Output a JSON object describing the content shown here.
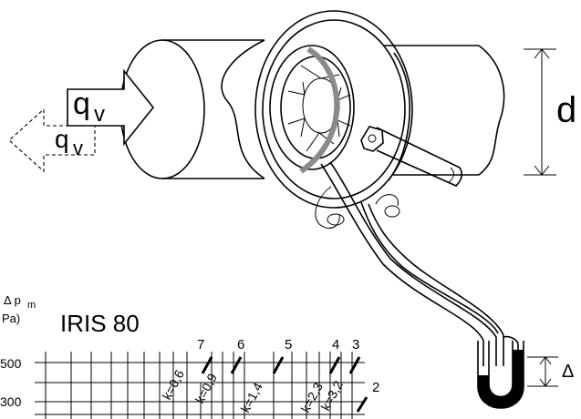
{
  "flow": {
    "label_main": "q",
    "label_main_sub": "v",
    "label_reverse": "q",
    "label_reverse_sub": "v"
  },
  "dimension": {
    "label": "d"
  },
  "manometer": {
    "label": "Δ"
  },
  "chart": {
    "title": "IRIS 80",
    "y_symbol": "Δ p",
    "y_symbol_sub": "m",
    "y_unit": "Pa)",
    "y_ticks": [
      "500",
      "300"
    ],
    "position_numbers": [
      "7",
      "6",
      "5",
      "4",
      "3",
      "2"
    ],
    "k_labels": [
      "k=0,6",
      "k=0,9",
      "k=1,4",
      "k=2,3",
      "k=3,2"
    ]
  },
  "colors": {
    "ink": "#000000",
    "iris_ring": "#8a8a8a",
    "fluid": "#000000",
    "background": "#ffffff"
  }
}
